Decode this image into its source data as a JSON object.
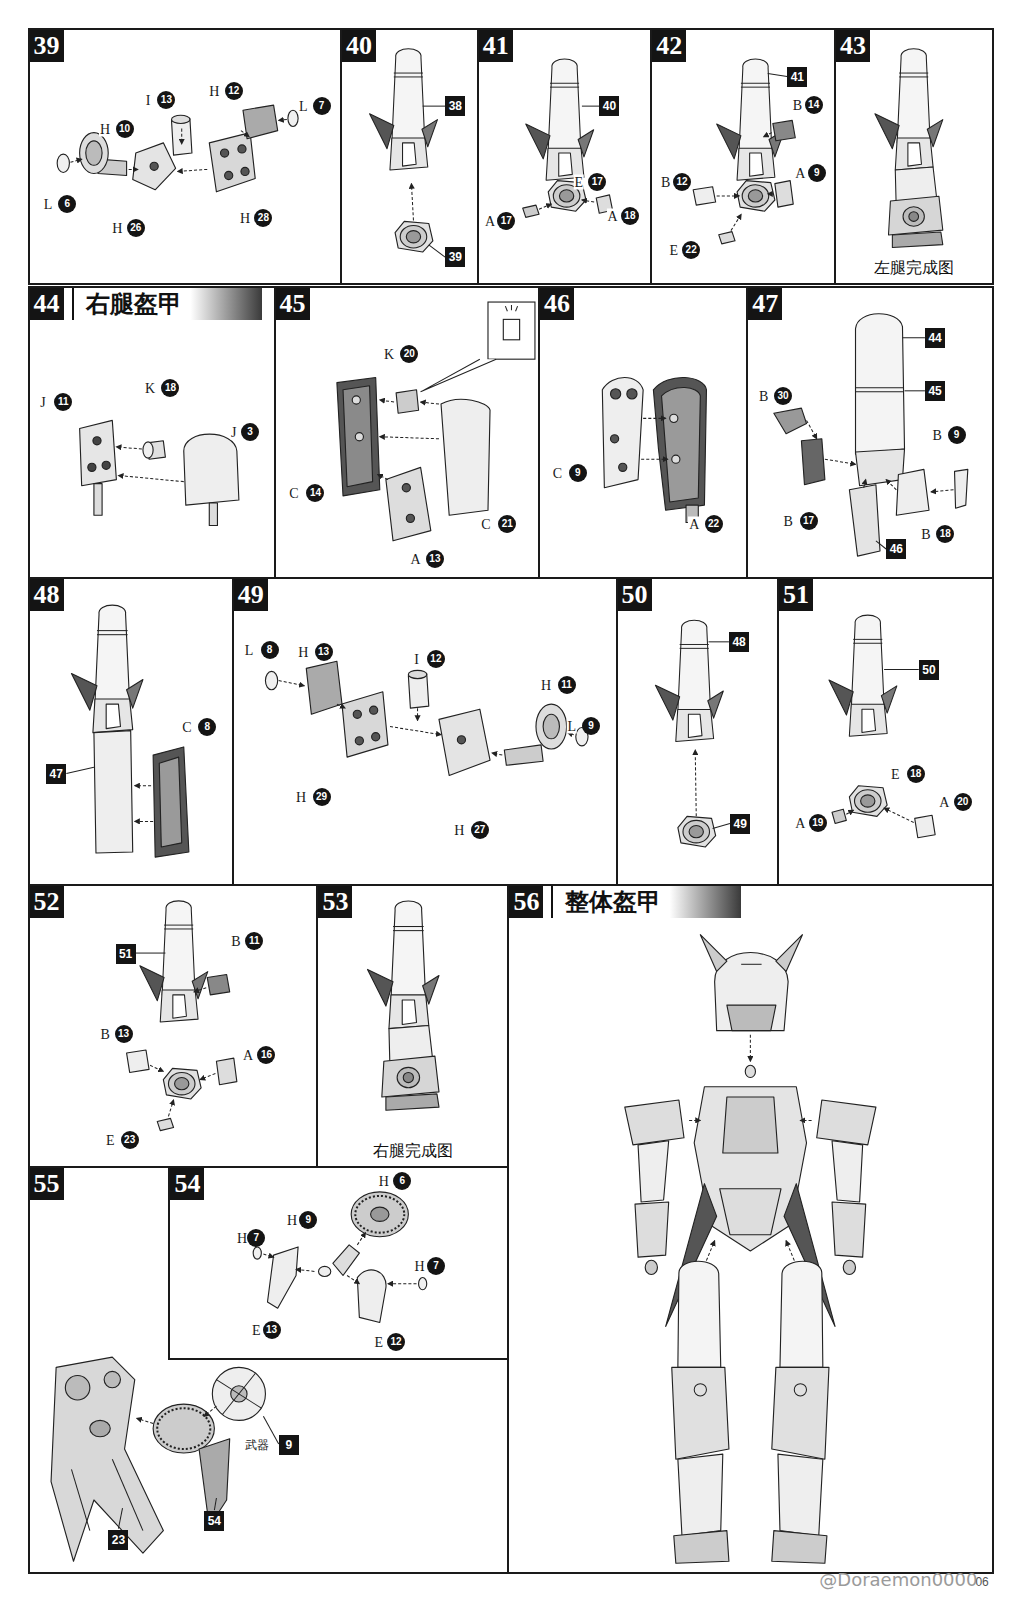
{
  "diagram": {
    "nodes": [
      {
        "text": [
          "39"
        ]
      },
      {
        "text": [
          "40"
        ]
      },
      {
        "text": [
          "41"
        ]
      },
      {
        "text": [
          "42"
        ]
      },
      {
        "text": [
          "43",
          "左腿完成图"
        ]
      },
      {
        "text": [
          "44",
          "右腿盔甲"
        ]
      },
      {
        "text": [
          "45"
        ]
      },
      {
        "text": [
          "46"
        ]
      },
      {
        "text": [
          "47"
        ]
      },
      {
        "text": [
          "48"
        ]
      },
      {
        "text": [
          "49"
        ]
      },
      {
        "text": [
          "50"
        ]
      },
      {
        "text": [
          "51"
        ]
      },
      {
        "text": [
          "52"
        ]
      },
      {
        "text": [
          "53",
          "右腿完成图"
        ]
      },
      {
        "text": [
          "56",
          "整体盔甲"
        ]
      },
      {
        "text": [
          "55"
        ]
      },
      {
        "text": [
          "54"
        ],
        "in": 16
      }
    ],
    "labels": [
      "I",
      "13",
      "H",
      "12",
      "L",
      "7",
      "H",
      "10",
      "L",
      "6",
      "H",
      "26",
      "H",
      "28",
      "38",
      "39",
      "40",
      "E",
      "17",
      "A",
      "17",
      "A",
      "18",
      "41",
      "B",
      "14",
      "B",
      "12",
      "A",
      "9",
      "E",
      "22",
      "J",
      "11",
      "K",
      "18",
      "J",
      "3",
      "K",
      "20",
      "C",
      "14",
      "C",
      "21",
      "A",
      "13",
      "C",
      "9",
      "A",
      "22",
      "44",
      "45",
      "B",
      "30",
      "B",
      "9",
      "B",
      "17",
      "B",
      "18",
      "46",
      "C",
      "8",
      "47",
      "L",
      "8",
      "H",
      "13",
      "I",
      "12",
      "H",
      "11",
      "L",
      "9",
      "H",
      "29",
      "H",
      "27",
      "48",
      "49",
      "50",
      "E",
      "18",
      "A",
      "20",
      "A",
      "19",
      "51",
      "B",
      "11",
      "B",
      "13",
      "A",
      "16",
      "E",
      "23",
      "H",
      "6",
      "H",
      "9",
      "H",
      "7",
      "H",
      "7",
      "E",
      "13",
      "E",
      "12",
      "武器",
      "9",
      "23",
      "54",
      "@Doraemon0000",
      "06"
    ]
  }
}
